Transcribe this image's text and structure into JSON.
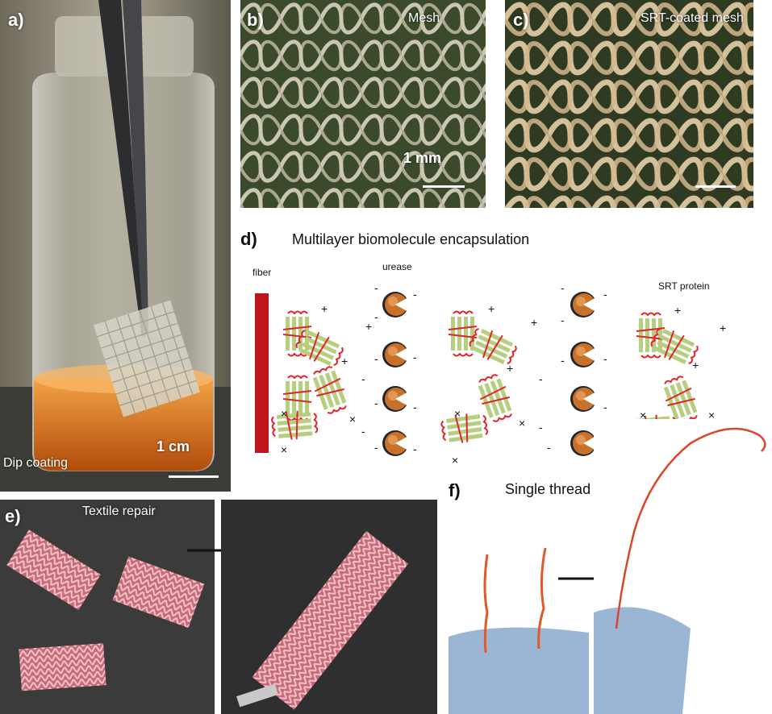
{
  "panels": {
    "a": {
      "label": "a)",
      "caption": "Dip coating",
      "scale": "1 cm"
    },
    "b": {
      "label": "b)",
      "title": "Mesh",
      "scale": "1 mm"
    },
    "c": {
      "label": "c)",
      "title": "SRT-coated mesh"
    },
    "d": {
      "label": "d)",
      "title": "Multilayer biomolecule encapsulation",
      "fiber": "fiber",
      "urease": "urease",
      "srt": "SRT protein"
    },
    "e": {
      "label": "e)",
      "title": "Textile repair"
    },
    "f": {
      "label": "f)",
      "title": "Single thread repair"
    }
  },
  "colors": {
    "fiber": "#c0141c",
    "protein_green": "#b6cf7e",
    "protein_red": "#e0242a",
    "urease_orange": "#c8712a",
    "urease_dark": "#1f2430",
    "amber": "#d2731c",
    "mesh_bg": "#3b4a2a",
    "textile_pink": "#d98a94"
  }
}
